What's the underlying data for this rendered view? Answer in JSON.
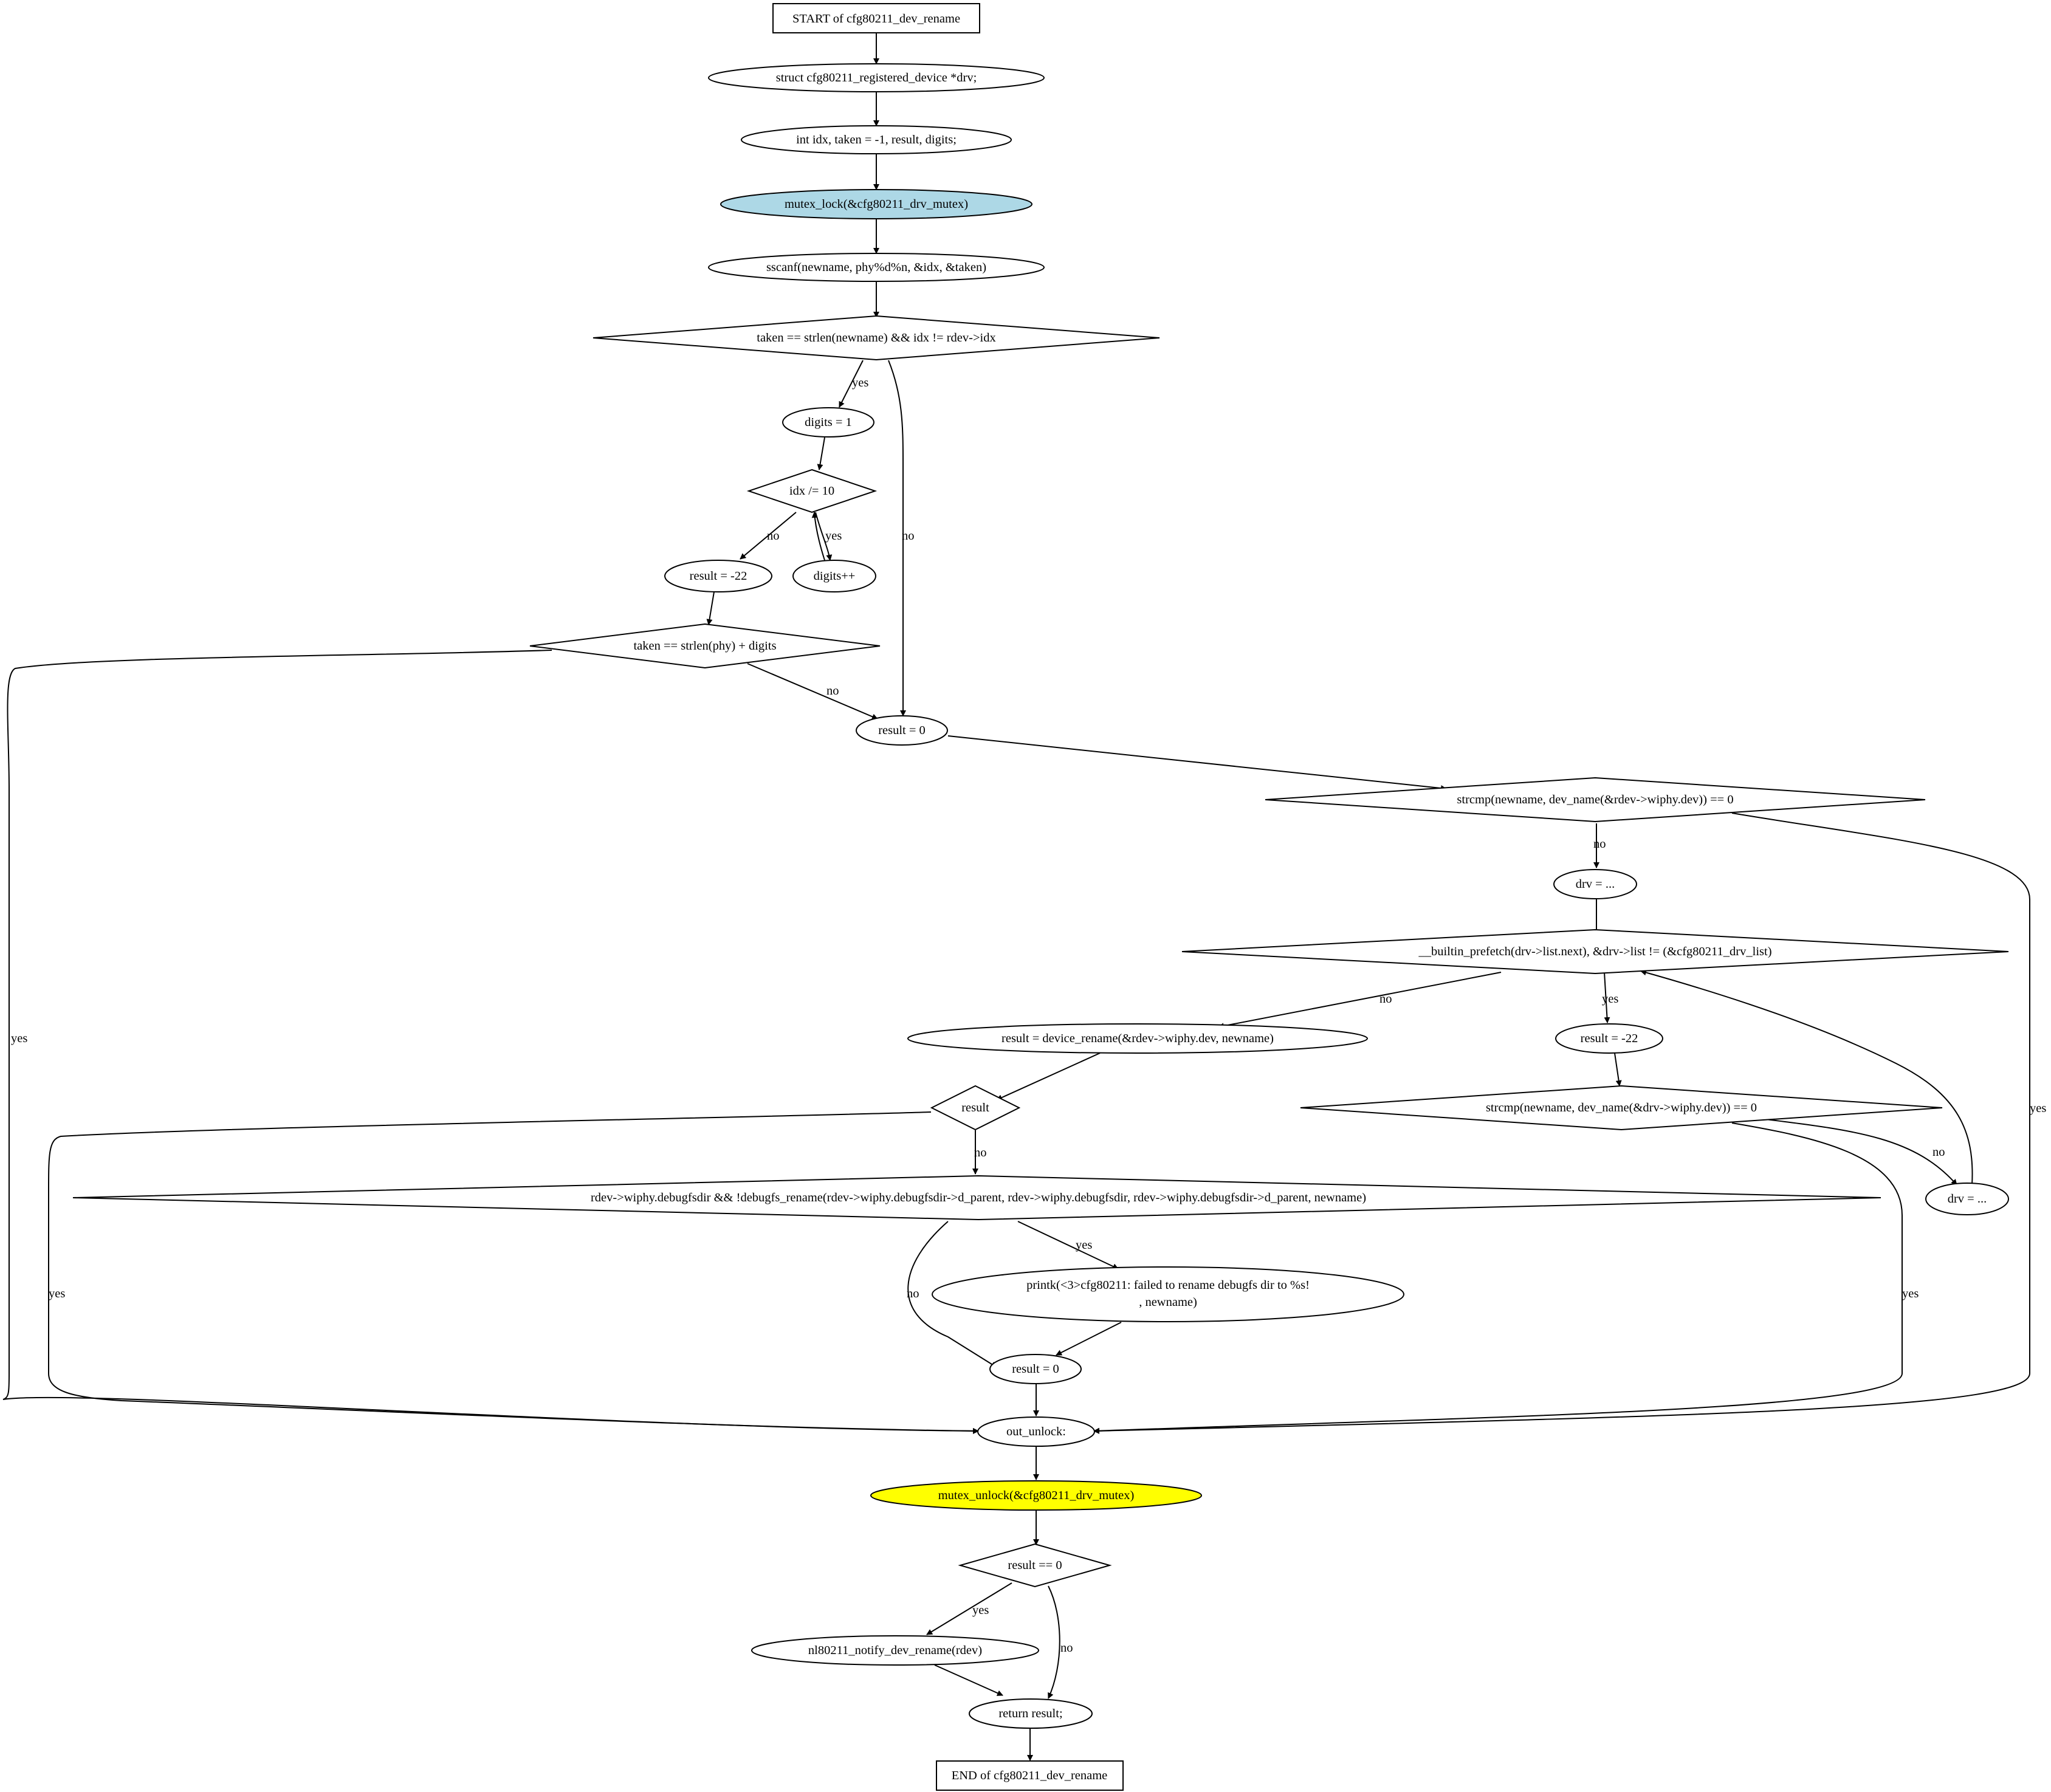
{
  "colors": {
    "lock_fill": "#add8e6",
    "unlock_fill": "#ffff00",
    "line": "#000000",
    "background": "#ffffff"
  },
  "nodes": {
    "start": "START of cfg80211_dev_rename",
    "decl_drv": "struct cfg80211_registered_device *drv;",
    "decl_int": "int idx, taken = -1, result, digits;",
    "mutex_lock": "mutex_lock(&cfg80211_drv_mutex)",
    "sscanf": "sscanf(newname, phy%d%n, &idx, &taken)",
    "cond_taken_idx": "taken == strlen(newname) && idx != rdev->idx",
    "digits_init": "digits = 1",
    "cond_idx_div": "idx /= 10",
    "digits_inc": "digits++",
    "result_einval_1": "result = -22",
    "cond_taken_phy": "taken == strlen(phy) + digits",
    "result_zero_1": "result = 0",
    "cond_strcmp_self": "strcmp(newname, dev_name(&rdev->wiphy.dev)) == 0",
    "drv_assign_1": "drv = ...",
    "cond_prefetch": "__builtin_prefetch(drv->list.next), &drv->list != (&cfg80211_drv_list)",
    "result_device_rename": "result = device_rename(&rdev->wiphy.dev, newname)",
    "result_einval_2": "result = -22",
    "cond_result": "result",
    "cond_strcmp_drv": "strcmp(newname, dev_name(&drv->wiphy.dev)) == 0",
    "drv_assign_2": "drv = ...",
    "cond_debugfs": "rdev->wiphy.debugfsdir && !debugfs_rename(rdev->wiphy.debugfsdir->d_parent, rdev->wiphy.debugfsdir, rdev->wiphy.debugfsdir->d_parent, newname)",
    "printk_line1": "printk(<3>cfg80211: failed to rename debugfs dir to %s!",
    "printk_line2": ", newname)",
    "result_zero_2": "result = 0",
    "out_unlock": "out_unlock:",
    "mutex_unlock": "mutex_unlock(&cfg80211_drv_mutex)",
    "cond_result_zero": "result == 0",
    "notify": "nl80211_notify_dev_rename(rdev)",
    "return_result": "return result;",
    "end": "END of cfg80211_dev_rename"
  },
  "edge_labels": {
    "yes": "yes",
    "no": "no"
  }
}
